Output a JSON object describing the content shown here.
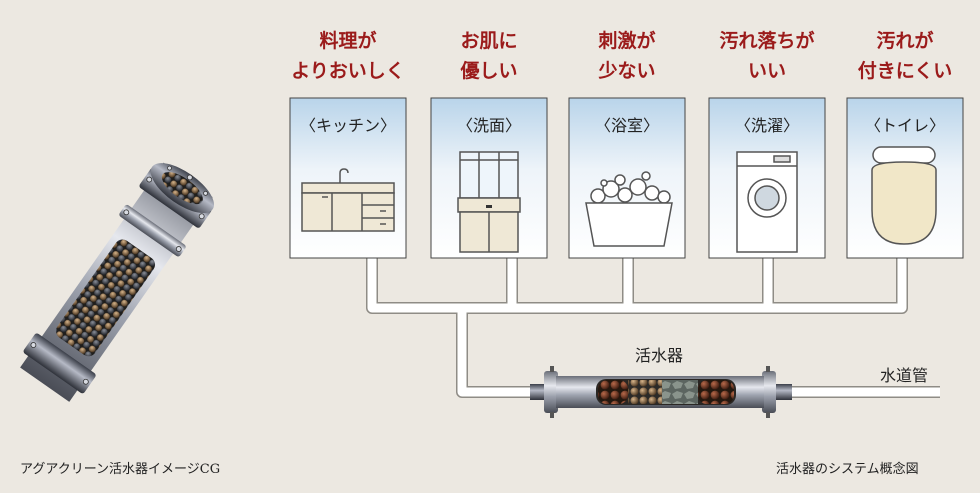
{
  "benefits": [
    {
      "line1": "料理が",
      "line2": "よりおいしく"
    },
    {
      "line1": "お肌に",
      "line2": "優しい"
    },
    {
      "line1": "刺激が",
      "line2": "少ない"
    },
    {
      "line1": "汚れ落ちが",
      "line2": "いい"
    },
    {
      "line1": "汚れが",
      "line2": "付きにくい"
    }
  ],
  "rooms": [
    "〈キッチン〉",
    "〈洗面〉",
    "〈浴室〉",
    "〈洗濯〉",
    "〈トイレ〉"
  ],
  "filter_label": "活水器",
  "supply_label": "水道管",
  "left_caption": "アグアクリーン活水器イメージCG",
  "right_caption": "活水器のシステム概念図",
  "colors": {
    "benefit_text": "#9b1b1b",
    "background": "#ece8e1",
    "room_sky": "#bcd6ec"
  }
}
